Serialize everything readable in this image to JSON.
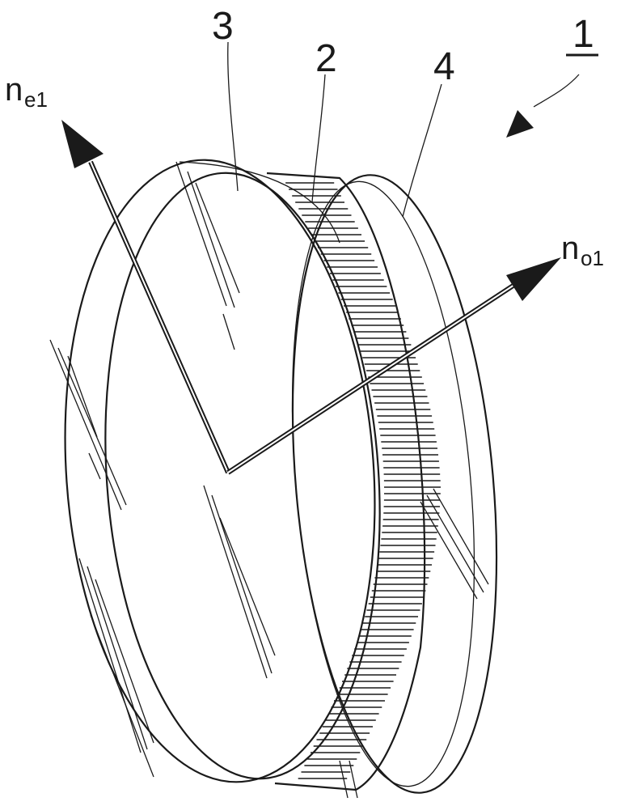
{
  "labels": {
    "part1": "1",
    "part2": "2",
    "part3": "3",
    "part4": "4",
    "ne_base": "n",
    "ne_sub": "e1",
    "no_base": "n",
    "no_sub": "o1"
  },
  "colors": {
    "ink": "#1a1a1a",
    "background": "#ffffff"
  }
}
